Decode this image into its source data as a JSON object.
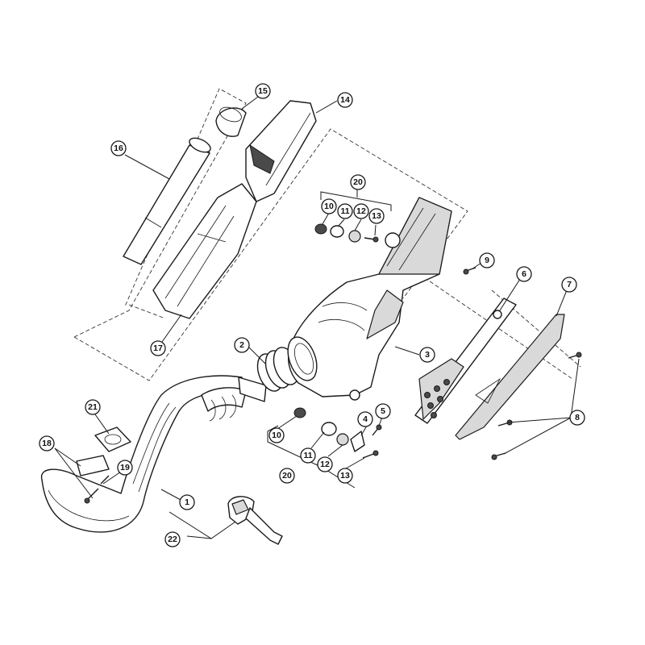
{
  "callouts": {
    "c1": "1",
    "c2": "2",
    "c3": "3",
    "c4": "4",
    "c5": "5",
    "c6": "6",
    "c7": "7",
    "c8": "8",
    "c9": "9",
    "c10a": "10",
    "c10b": "10",
    "c11a": "11",
    "c11b": "11",
    "c12a": "12",
    "c12b": "12",
    "c13a": "13",
    "c13b": "13",
    "c14": "14",
    "c15": "15",
    "c16": "16",
    "c17": "17",
    "c18": "18",
    "c19": "19",
    "c20a": "20",
    "c20b": "20",
    "c21": "21",
    "c22": "22"
  }
}
